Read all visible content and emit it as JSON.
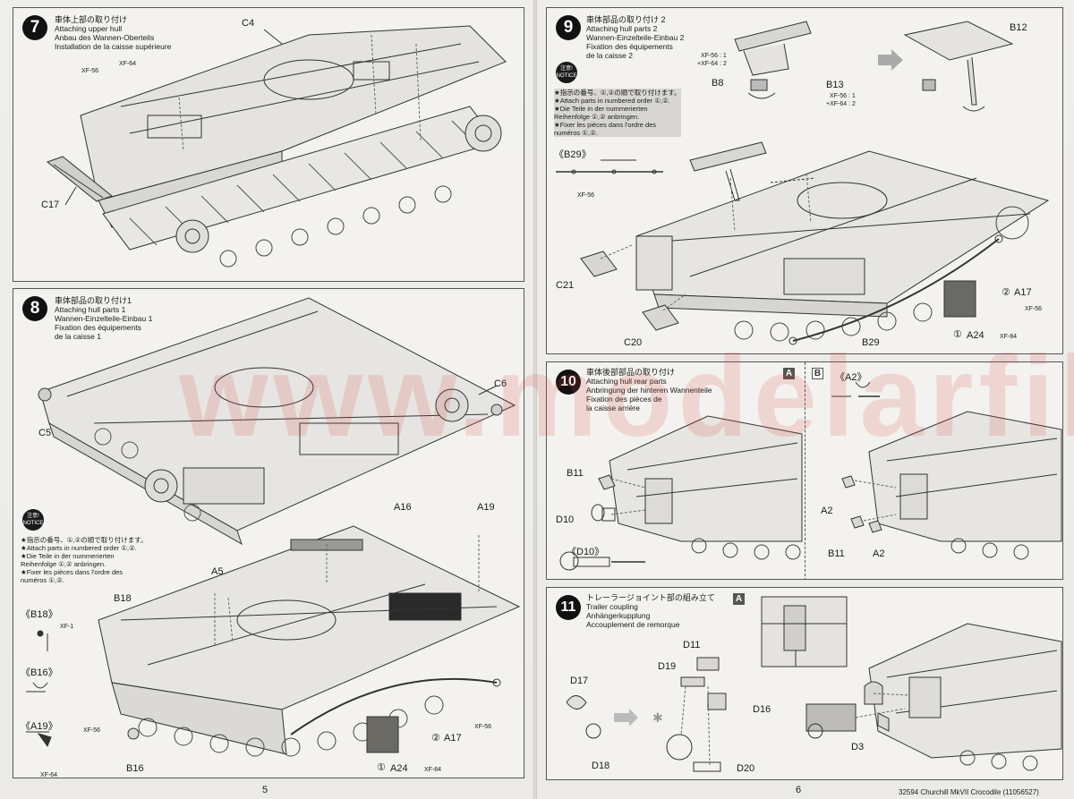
{
  "steps": {
    "s7": {
      "number": "7",
      "title_jp": "車体上部の取り付け",
      "title_en": "Attaching upper hull",
      "title_de": "Anbau des Wannen-Oberteils",
      "title_fr": "Installation de la caisse supérieure",
      "labels": {
        "c4": "C4",
        "c17": "C17",
        "xf56": "XF-56",
        "xf64": "XF-64"
      }
    },
    "s8": {
      "number": "8",
      "title_jp": "車体部品の取り付け1",
      "title_en": "Attaching hull parts 1",
      "title_de": "Wannen-Einzelteile-Einbau 1",
      "title_fr": "Fixation des équipements",
      "title_fr2": "de la caisse 1",
      "labels": {
        "c5": "C5",
        "c6": "C6",
        "a16": "A16",
        "a19": "A19",
        "a5": "A5",
        "b18": "B18",
        "b16": "B16",
        "a17": "A17",
        "a24": "A24",
        "xf56": "XF-56",
        "xf84": "XF-84",
        "circ1": "①",
        "circ2": "②",
        "d_b18": "《B18》",
        "d_b16": "《B16》",
        "d_a19": "《A19》",
        "xf1": "XF-1",
        "xf56b": "XF-56",
        "xf64": "XF-64"
      },
      "notice": {
        "badge_jp": "注意!",
        "badge_en": "NOTICE",
        "lines": [
          "★指示の番号、①,②の順で取り付けます。",
          "★Attach parts in numbered order ①,②.",
          "★Die Teile in der nummerierten",
          "Reihenfolge ①,② anbringen.",
          "★Fixer les pièces dans l'ordre des",
          "numéros ①,②."
        ]
      }
    },
    "s9": {
      "number": "9",
      "title_jp": "車体部品の取り付け 2",
      "title_en": "Attaching hull parts 2",
      "title_de": "Wannen-Einzelteile-Einbau 2",
      "title_fr": "Fixation des équipements",
      "title_fr2": "de la caisse 2",
      "labels": {
        "b8": "B8",
        "b12": "B12",
        "b13": "B13",
        "b29": "B29",
        "d_b29": "《B29》",
        "c21": "C21",
        "c20": "C20",
        "a17": "A17",
        "a24": "A24",
        "xf56": "XF-56",
        "xf84": "XF-84",
        "circ1": "①",
        "circ2": "②",
        "mix1": "XF-56 : 1",
        "mix2": "+XF-64 : 2",
        "mix3": "XF-56 : 1",
        "mix4": "+XF-64 : 2",
        "xf56c": "XF-56"
      },
      "notice": {
        "badge_jp": "注意!",
        "badge_en": "NOTICE",
        "lines": [
          "★指示の番号、①,②の順で取り付けます。",
          "★Attach parts in numbered order ①,②.",
          "★Die Teile in der nummerierten",
          "Reihenfolge ①,② anbringen.",
          "★Fixer les pièces dans l'ordre des",
          "numéros ①,②."
        ]
      }
    },
    "s10": {
      "number": "10",
      "title_jp": "車体後部部品の取り付け",
      "title_en": "Attaching hull rear parts",
      "title_de": "Anbringung der hinteren Wannenteile",
      "title_fr": "Fixation des pièces de",
      "title_fr2": "la caisse arrière",
      "variant_a": "A",
      "variant_b": "B",
      "labels": {
        "b11": "B11",
        "d10": "D10",
        "d_d10": "《D10》",
        "d_a2": "《A2》",
        "a2a": "A2",
        "b11b": "B11",
        "a2b": "A2"
      }
    },
    "s11": {
      "number": "11",
      "title_jp": "トレーラージョイント部の組み立て",
      "title_en": "Trailer coupling",
      "title_de": "Anhängerkupplung",
      "title_fr": "Accouplement de remorque",
      "variant": "A",
      "labels": {
        "d11": "D11",
        "d19": "D19",
        "d17": "D17",
        "d16": "D16",
        "d18": "D18",
        "d20": "D20",
        "d3": "D3"
      }
    }
  },
  "footer": {
    "page_left": "5",
    "page_right": "6",
    "product": "32594  Churchill MkVII Crocodile (11056527)"
  },
  "watermark": "www.modelarfikl.cz"
}
